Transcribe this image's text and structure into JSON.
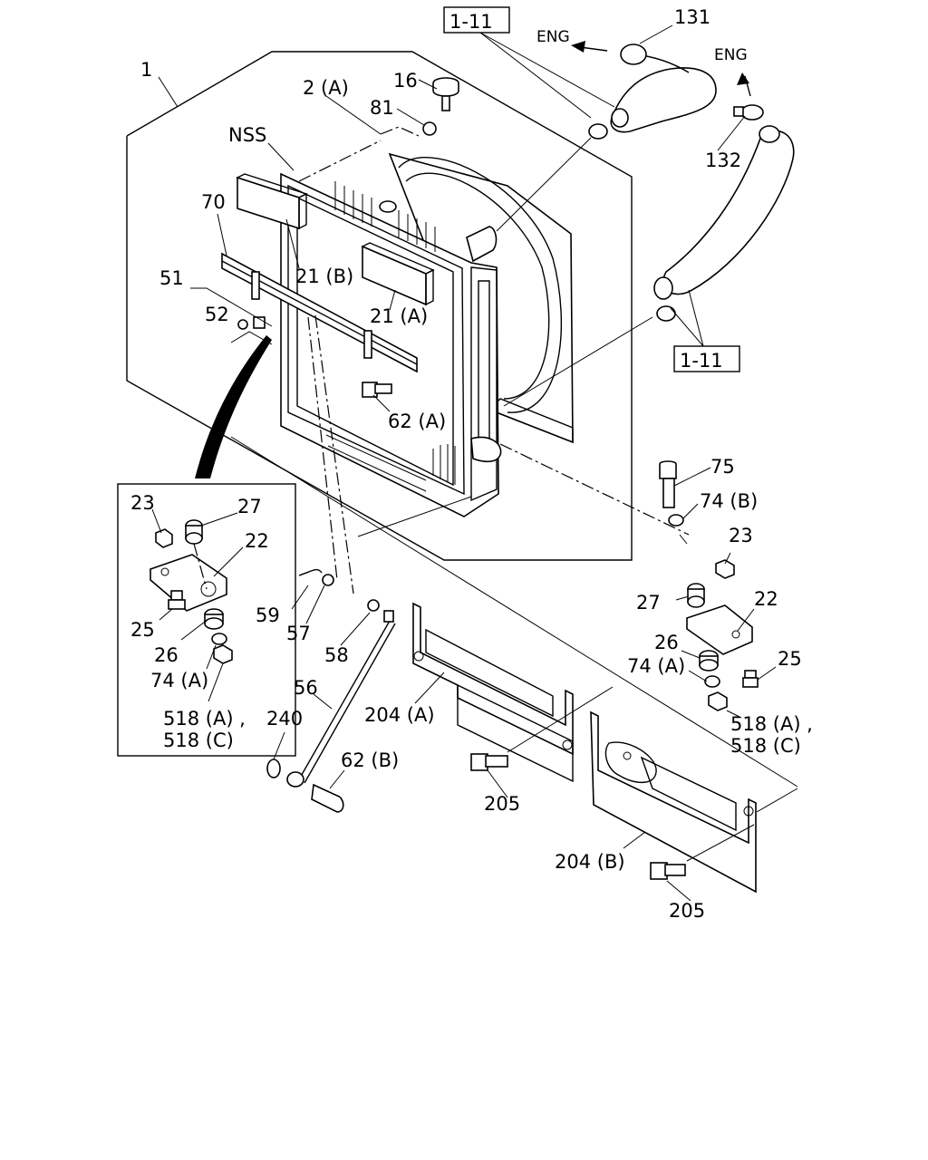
{
  "diagram": {
    "labels": {
      "l1": "1",
      "l2a": "2 (A)",
      "l16": "16",
      "l81": "81",
      "lnss": "NSS",
      "l70": "70",
      "l21b": "21 (B)",
      "l21a": "21 (A)",
      "l51": "51",
      "l52": "52",
      "l62a": "62 (A)",
      "l131": "131",
      "l132": "132",
      "leng1": "ENG",
      "leng2": "ENG",
      "l111a": "1-11",
      "l111b": "1-11",
      "l75": "75",
      "l74b": "74 (B)",
      "l23r": "23",
      "l27r": "27",
      "l22r": "22",
      "l26r": "26",
      "l74ar": "74 (A)",
      "l25r": "25",
      "l518r1": "518 (A) ,",
      "l518r2": "518 (C)",
      "l23i": "23",
      "l27i": "27",
      "l22i": "22",
      "l25i": "25",
      "l26i": "26",
      "l74ai": "74 (A)",
      "l518i1": "518 (A) ,",
      "l518i2": "518 (C)",
      "l59": "59",
      "l57": "57",
      "l58": "58",
      "l56": "56",
      "l240": "240",
      "l62b": "62 (B)",
      "l204a": "204 (A)",
      "l205a": "205",
      "l204b": "204 (B)",
      "l205b": "205"
    }
  }
}
